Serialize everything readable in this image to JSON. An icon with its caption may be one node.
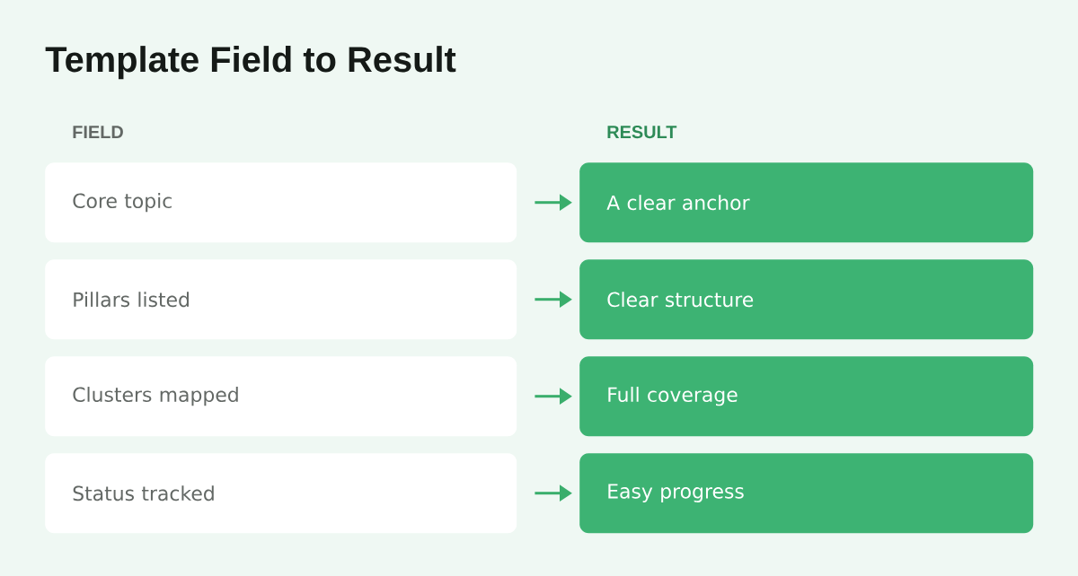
{
  "diagram": {
    "title": "Template Field to Result",
    "nodes": [
      {
        "text": [
          "Core topic"
        ]
      },
      {
        "text": [
          "Pillars listed"
        ]
      },
      {
        "text": [
          "Clusters mapped"
        ]
      },
      {
        "text": [
          "Status tracked"
        ]
      },
      {
        "text": [
          "A clear anchor"
        ]
      },
      {
        "text": [
          "Clear structure"
        ]
      },
      {
        "text": [
          "Full coverage"
        ]
      },
      {
        "text": [
          "Easy progress"
        ]
      }
    ],
    "edges": [
      {
        "from": 0,
        "to": 4,
        "arrow": "to"
      },
      {
        "from": 1,
        "to": 5,
        "arrow": "to"
      },
      {
        "from": 2,
        "to": 6,
        "arrow": "to"
      },
      {
        "from": 3,
        "to": 7,
        "arrow": "to"
      }
    ],
    "labels": [
      "FIELD",
      "RESULT"
    ]
  }
}
